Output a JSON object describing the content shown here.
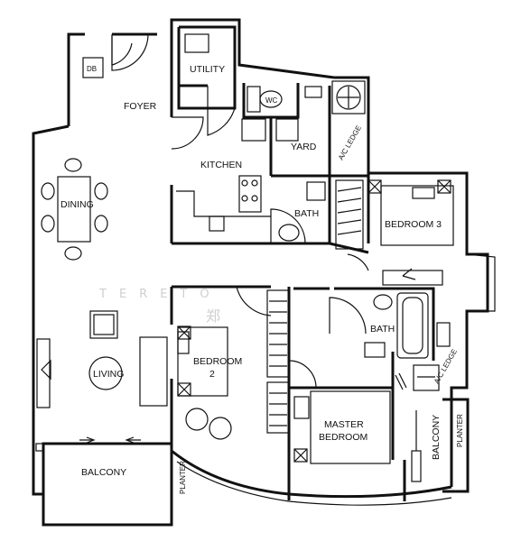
{
  "rooms": {
    "db": "DB",
    "utility": "UTILITY",
    "foyer": "FOYER",
    "wc": "WC",
    "yard": "YARD",
    "ac_ledge_top": "A/C LEDGE",
    "kitchen": "KITCHEN",
    "dining": "DINING",
    "bath_1": "BATH",
    "bedroom_3": "BEDROOM 3",
    "bath_2": "BATH",
    "ac_ledge_right": "A/C LEDGE",
    "living": "LIVING",
    "bedroom_2_line1": "BEDROOM",
    "bedroom_2_line2": "2",
    "master_line1": "MASTER",
    "master_line2": "BEDROOM",
    "balcony_left": "BALCONY",
    "planter_left": "PLANTER",
    "balcony_right": "BALCONY",
    "planter_right": "PLANTER"
  },
  "watermark": {
    "latin": "TERETO",
    "chinese": "郑"
  }
}
